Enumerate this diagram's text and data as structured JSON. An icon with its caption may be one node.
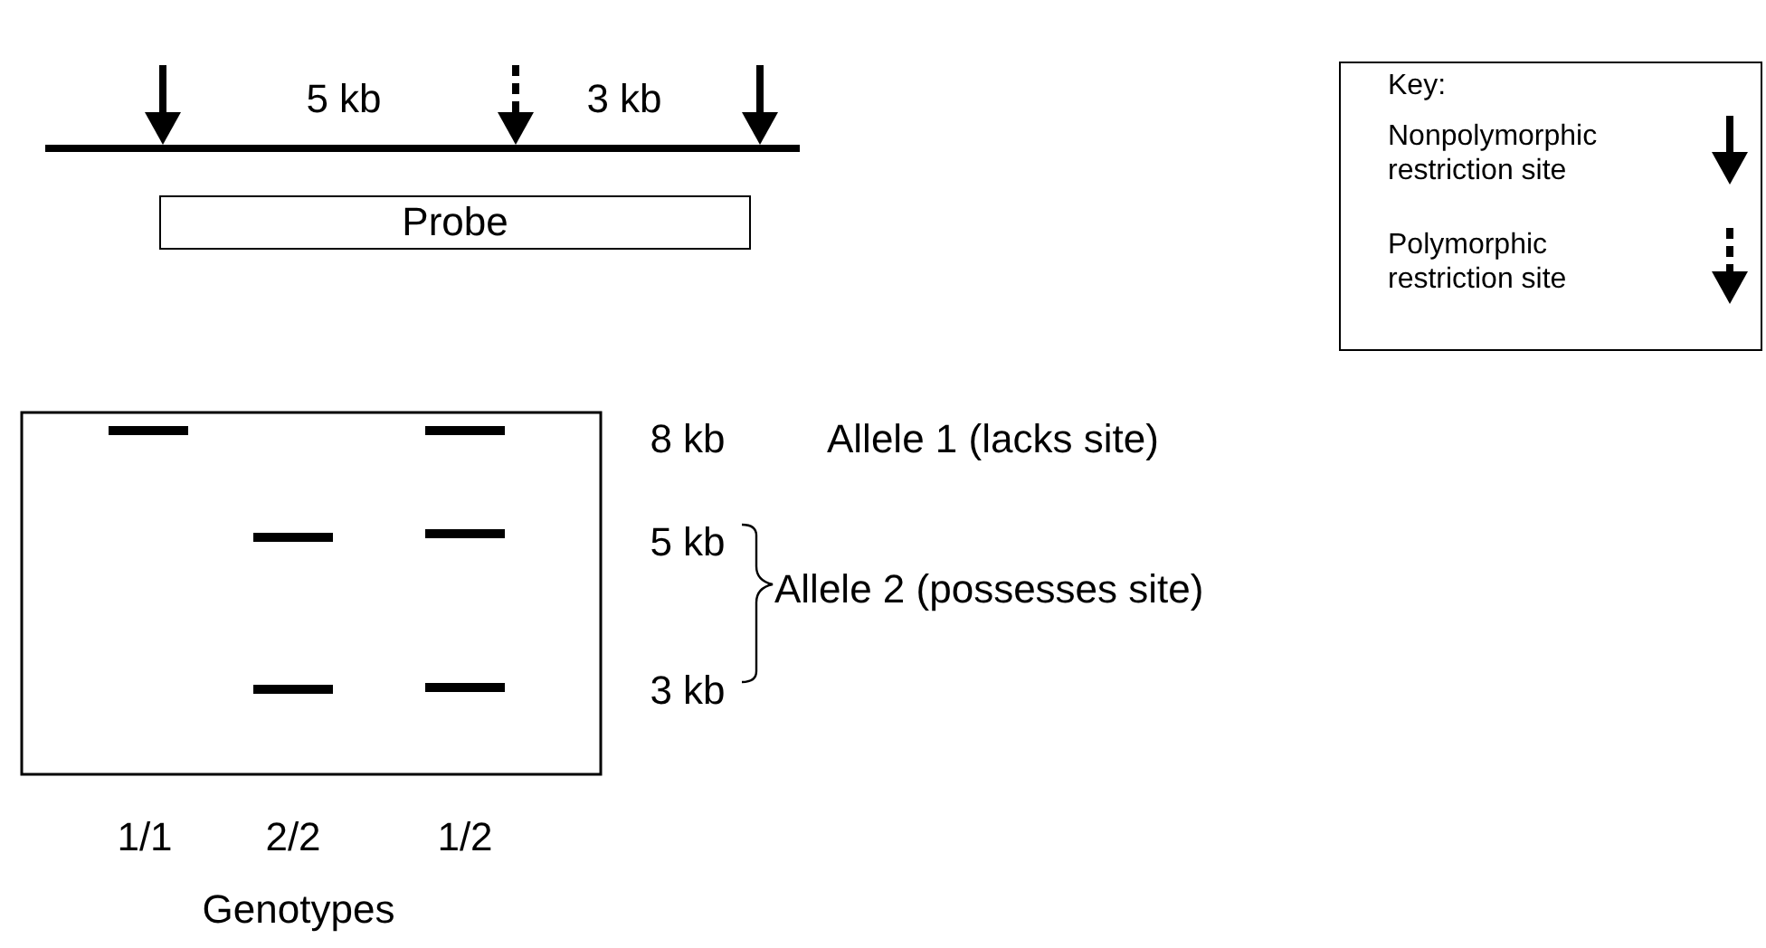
{
  "diagram": {
    "nodes": [
      {
        "text": [
          "Probe"
        ]
      }
    ],
    "edges": [],
    "labels": [
      "5 kb",
      "3 kb",
      "Key:",
      "8 kb",
      "Allele 1 (lacks site)",
      "5 kb",
      "Allele 2 (possesses site)",
      "3 kb",
      "1/1",
      "2/2",
      "1/2",
      "Genotypes"
    ],
    "legend": [
      {
        "text": "Nonpolymorphic restriction site"
      },
      {
        "text": "Polymorphic restriction site"
      }
    ]
  }
}
